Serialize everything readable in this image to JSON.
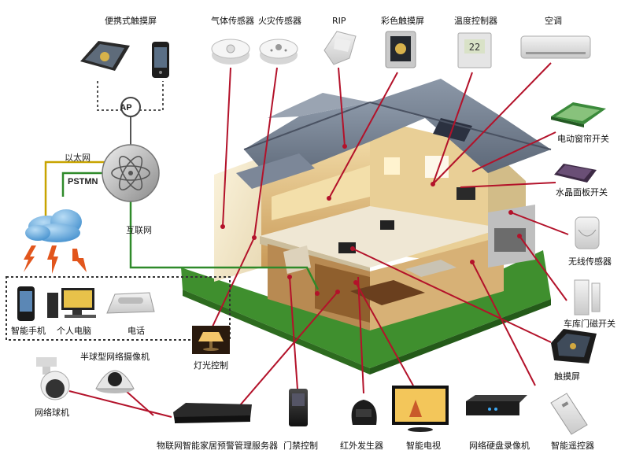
{
  "top_devices": {
    "portable_touchscreen": "便携式触摸屏",
    "gas_sensor": "气体传感器",
    "fire_sensor": "火灾传感器",
    "rip": "RIP",
    "color_touchscreen": "彩色触摸屏",
    "temperature_controller": "温度控制器",
    "air_conditioner": "空调"
  },
  "right_devices": {
    "curtain_switch": "电动窗帘开关",
    "crystal_panel_switch": "水晶面板开关",
    "wireless_sensor": "无线传感器",
    "garage_door_switch": "车库门磁开关",
    "touchscreen": "触摸屏"
  },
  "network": {
    "ap": "AP",
    "ethernet": "以太网",
    "pstn": "PSTMN",
    "internet": "互联网"
  },
  "terminals": {
    "smartphone": "智能手机",
    "personal_computer": "个人电脑",
    "telephone": "电话"
  },
  "bottom_devices": {
    "network_ball_camera": "网络球机",
    "dome_network_camera": "半球型网络摄像机",
    "lighting_control": "灯光控制",
    "iot_server": "物联网智能家居预警管理服务器",
    "access_control": "门禁控制",
    "ir_transmitter": "红外发生器",
    "smart_tv": "智能电视",
    "nvr": "网络硬盘录像机",
    "smart_remote": "智能遥控器"
  },
  "thermostat_display": "22",
  "colors": {
    "link_line": "#b3122a",
    "ethernet_line": "#c8a400",
    "internet_line": "#2f8a2a",
    "ap_link": "#555555"
  }
}
